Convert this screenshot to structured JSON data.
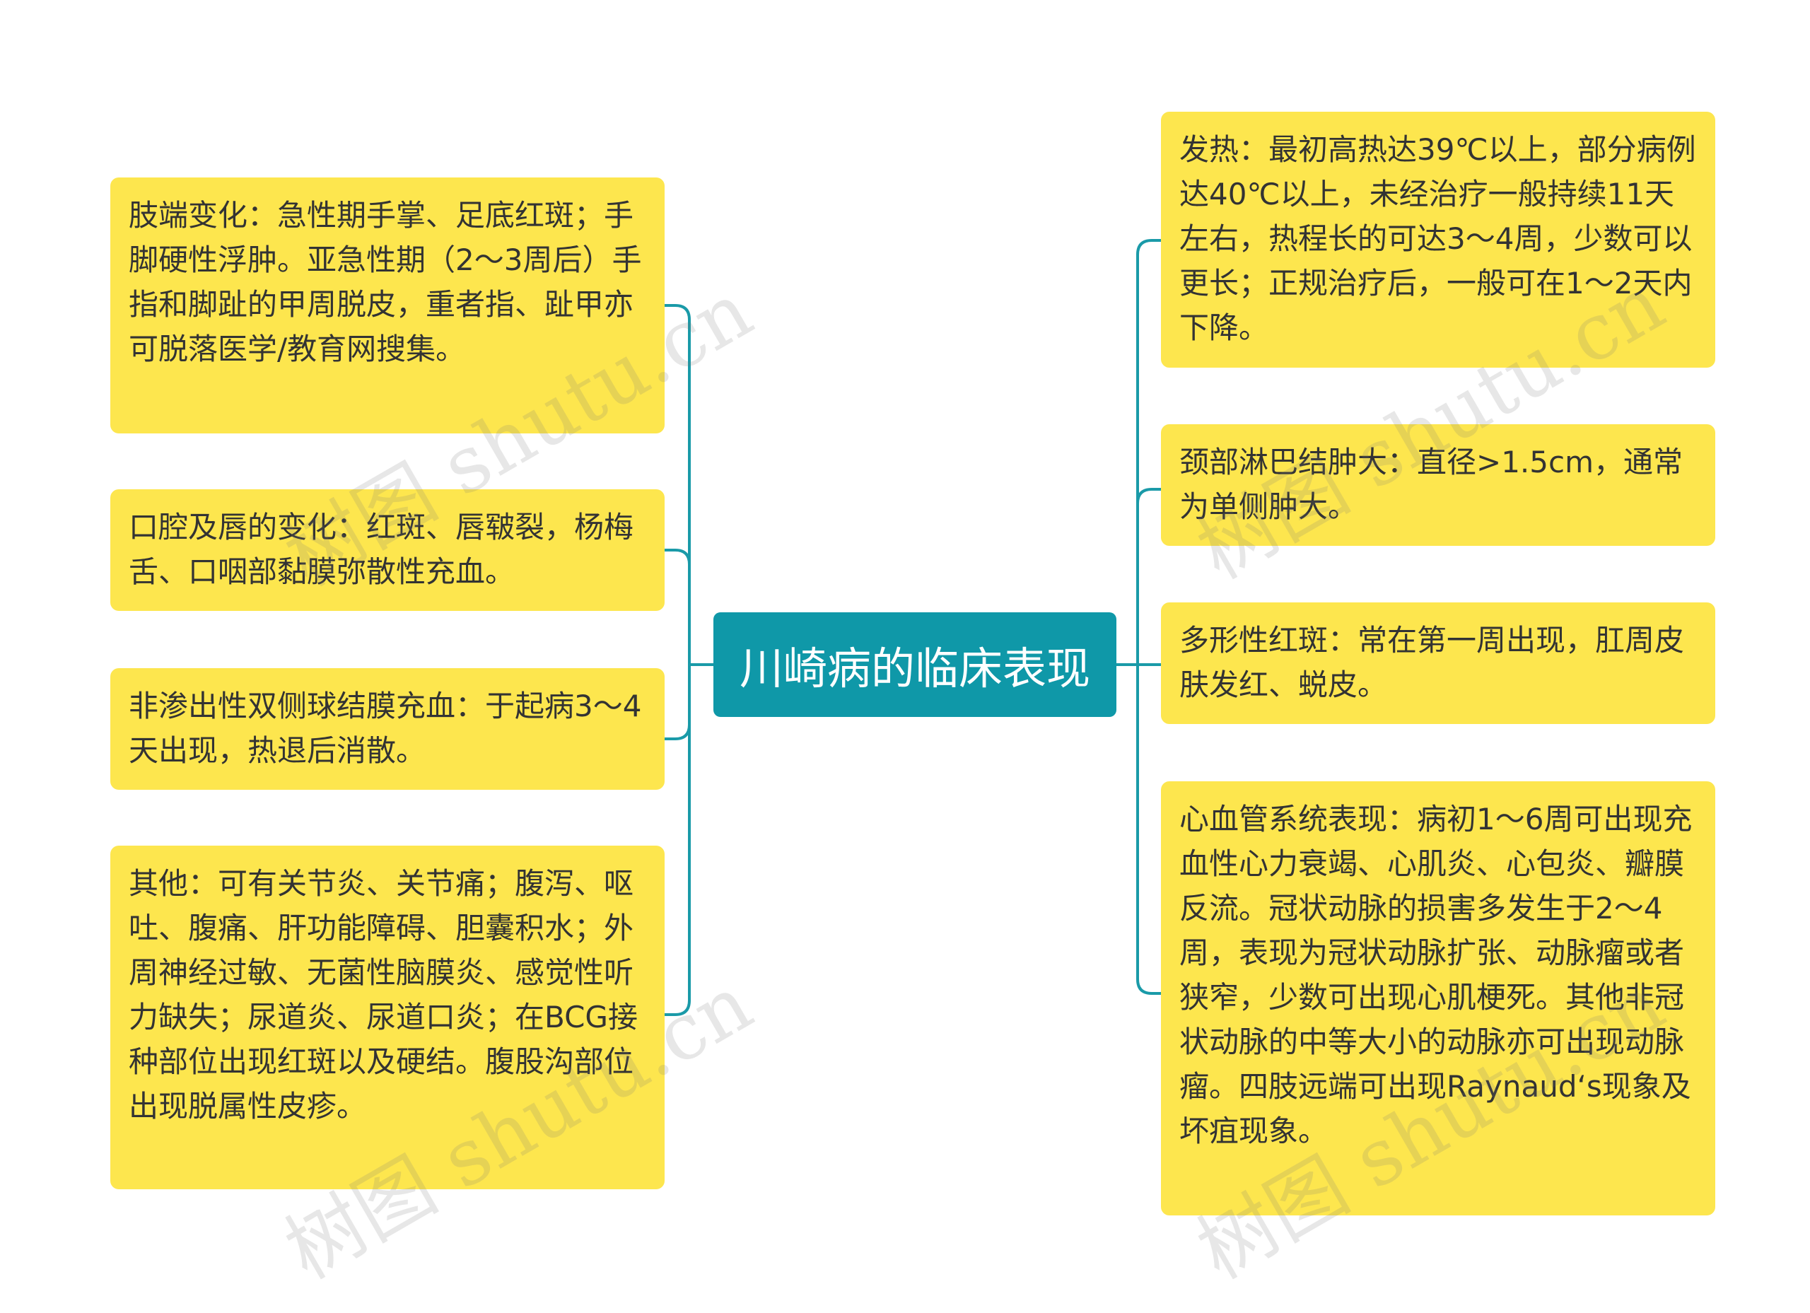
{
  "root": {
    "title": "川崎病的临床表现"
  },
  "left_nodes": [
    {
      "text": "肢端变化：急性期手掌、足底红斑；手脚硬性浮肿。亚急性期（2～3周后）手指和脚趾的甲周脱皮，重者指、趾甲亦可脱落医学/教育网搜集。"
    },
    {
      "text": "口腔及唇的变化：红斑、唇皲裂，杨梅舌、口咽部黏膜弥散性充血。"
    },
    {
      "text": "非渗出性双侧球结膜充血：于起病3～4天出现，热退后消散。"
    },
    {
      "text": "其他：可有关节炎、关节痛；腹泻、呕吐、腹痛、肝功能障碍、胆囊积水；外周神经过敏、无菌性脑膜炎、感觉性听力缺失；尿道炎、尿道口炎；在BCG接种部位出现红斑以及硬结。腹股沟部位出现脱属性皮疹。"
    }
  ],
  "right_nodes": [
    {
      "text": "发热：最初高热达39℃以上，部分病例达40℃以上，未经治疗一般持续11天左右，热程长的可达3～4周，少数可以更长；正规治疗后，一般可在1～2天内下降。"
    },
    {
      "text": "颈部淋巴结肿大：直径>1.5cm，通常为单侧肿大。"
    },
    {
      "text": "多形性红斑：常在第一周出现，肛周皮肤发红、蜕皮。"
    },
    {
      "text": "心血管系统表现：病初1～6周可出现充血性心力衰竭、心肌炎、心包炎、瓣膜反流。冠状动脉的损害多发生于2～4周，表现为冠状动脉扩张、动脉瘤或者狭窄，少数可出现心肌梗死。其他非冠状动脉的中等大小的动脉亦可出现动脉瘤。四肢远端可出现Raynaud‘s现象及坏疽现象。"
    }
  ],
  "watermark": {
    "text": "树图 shutu.cn"
  },
  "colors": {
    "root_fill": "#0f98a8",
    "node_fill": "#fde64e",
    "connector": "#1a9aa8"
  }
}
